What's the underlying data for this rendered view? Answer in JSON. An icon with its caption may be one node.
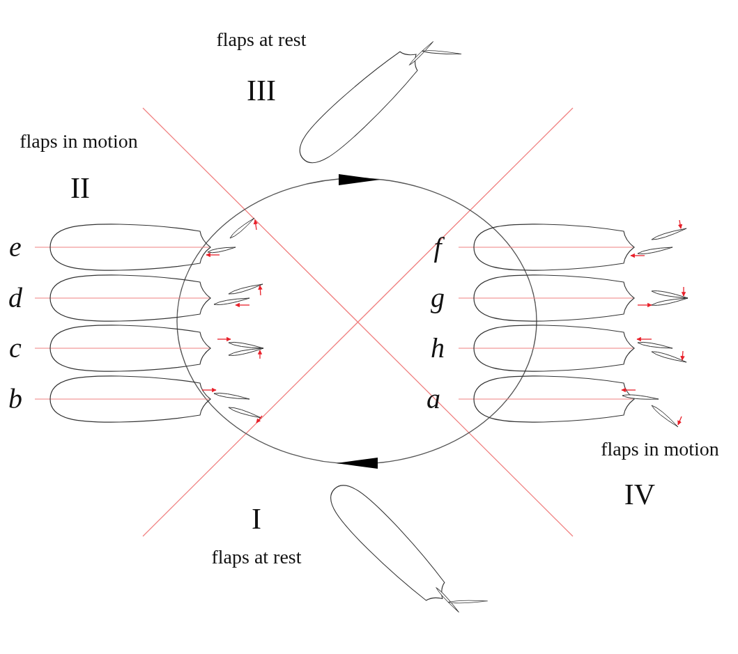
{
  "diagram": {
    "labels": [
      "flaps at rest",
      "III",
      "flaps in motion",
      "II",
      "e",
      "f",
      "d",
      "g",
      "c",
      "h",
      "b",
      "a",
      "flaps in motion",
      "IV",
      "I",
      "flaps at rest"
    ]
  }
}
